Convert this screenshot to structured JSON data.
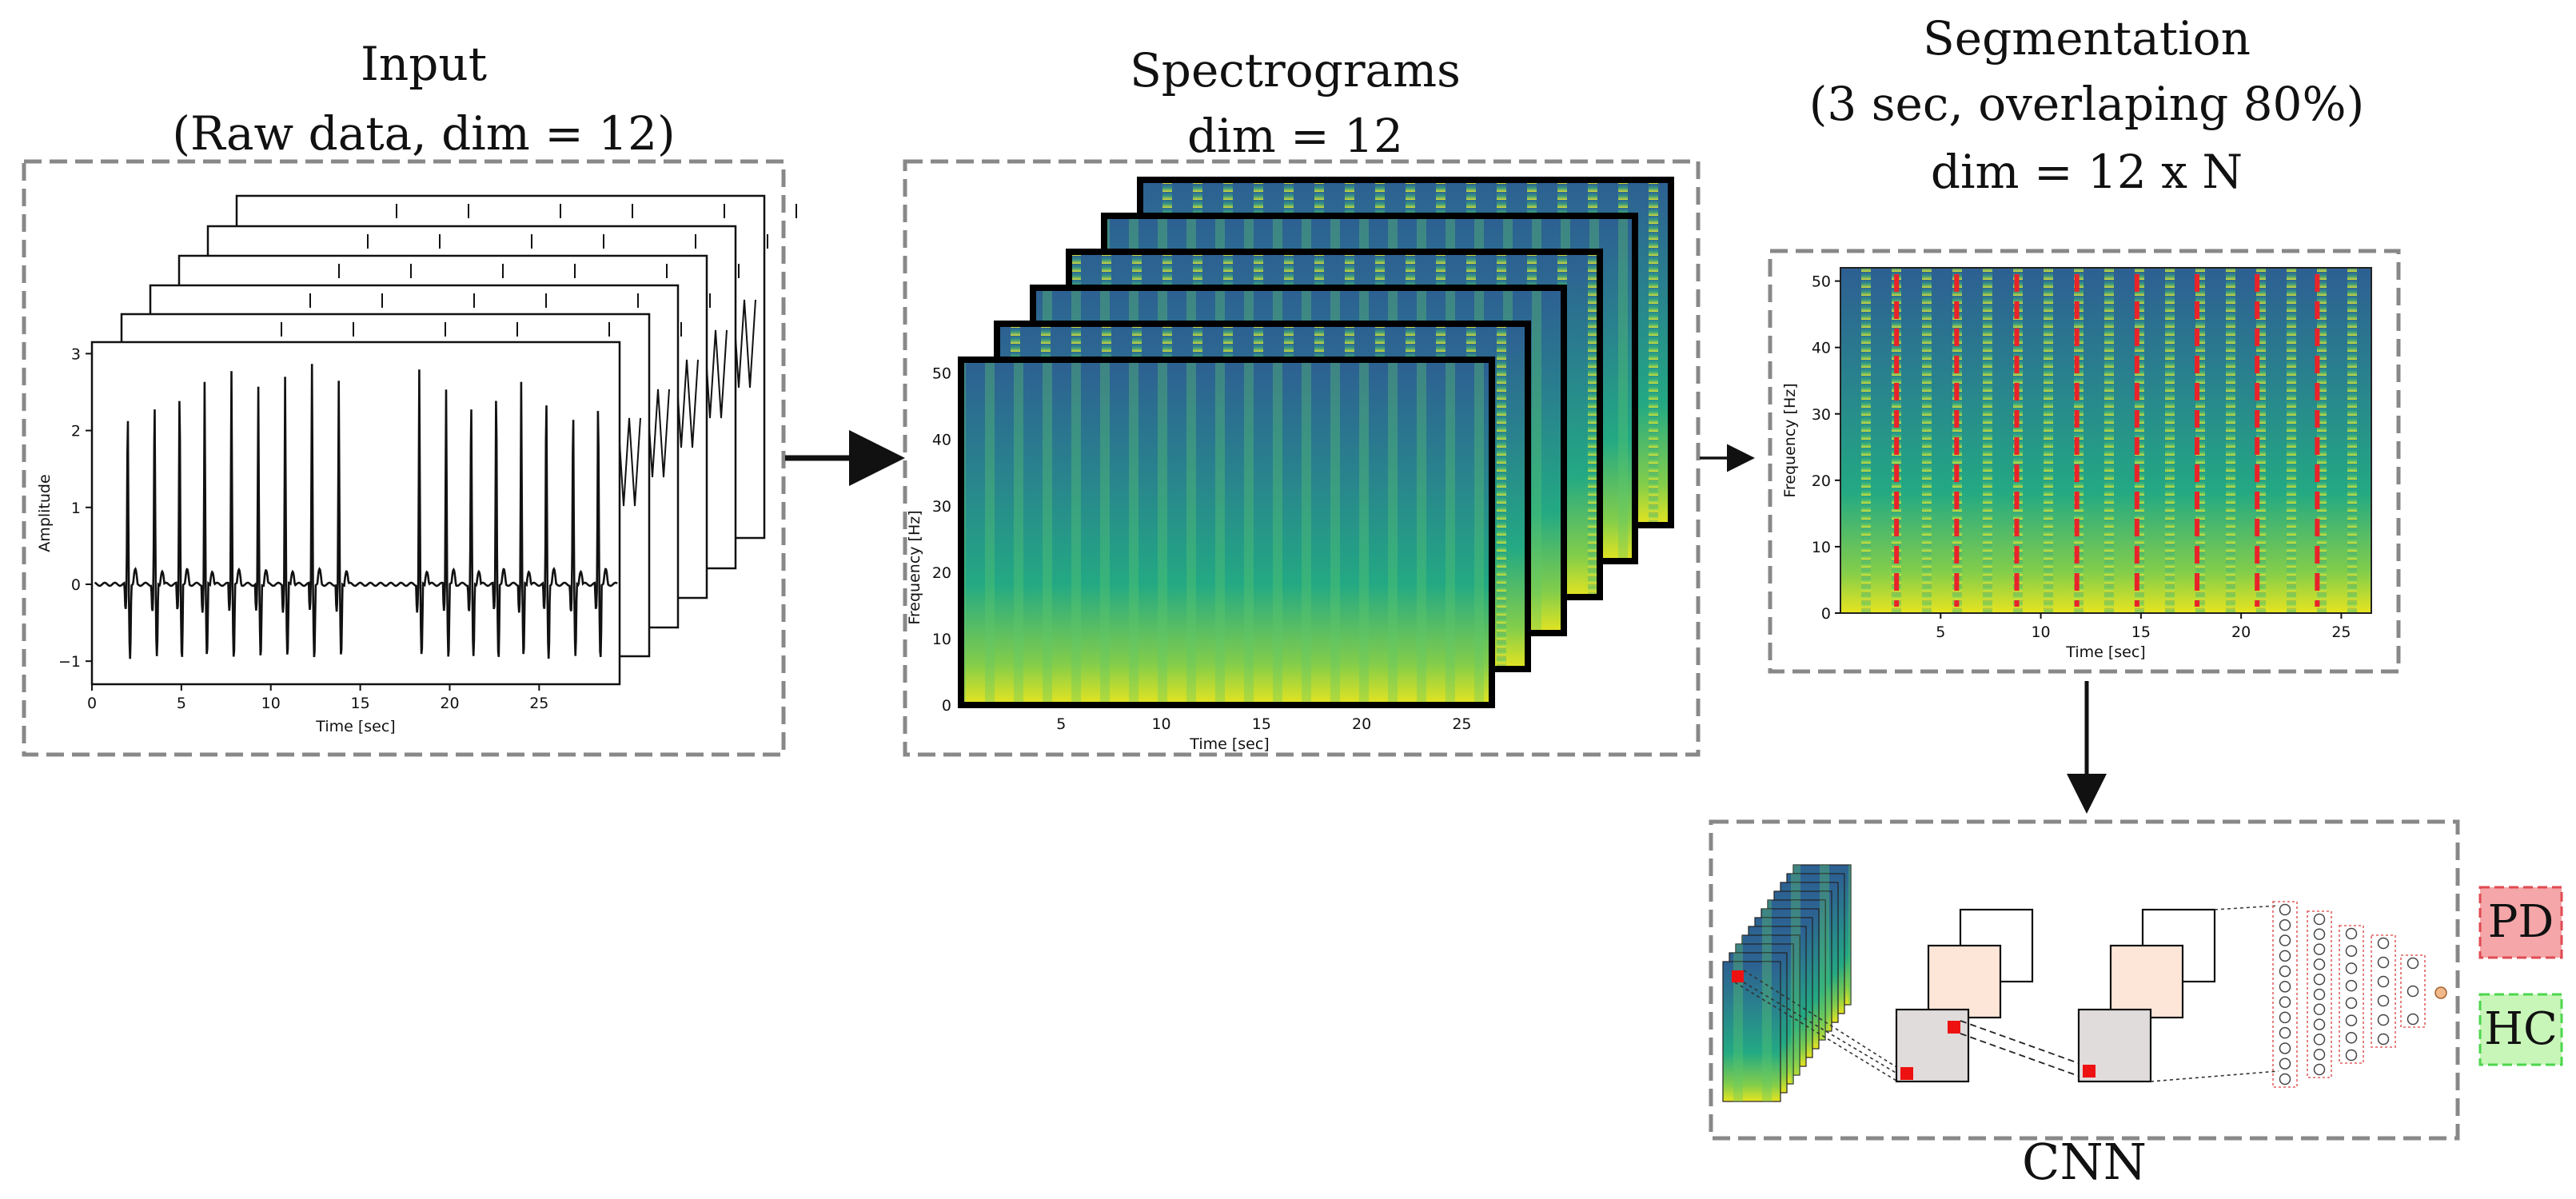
{
  "input": {
    "title_line1": "Input",
    "title_line2": "(Raw data, dim = 12)",
    "plot": {
      "ylabel": "Amplitude",
      "xlabel": "Time [sec]",
      "xticks": [
        "0",
        "5",
        "10",
        "15",
        "20",
        "25"
      ],
      "yticks": [
        "3",
        "2",
        "1",
        "0",
        "−1"
      ]
    }
  },
  "spectrograms": {
    "title_line1": "Spectrograms",
    "title_line2": "dim = 12",
    "plot": {
      "ylabel": "Frequency [Hz]",
      "xlabel": "Time [sec]",
      "xticks": [
        "5",
        "10",
        "15",
        "20",
        "25"
      ],
      "yticks": [
        "50",
        "40",
        "30",
        "20",
        "10",
        "0"
      ]
    }
  },
  "segmentation": {
    "title_line1": "Segmentation",
    "title_line2": "(3 sec, overlaping 80%)",
    "title_line3": "dim = 12 x N",
    "plot": {
      "ylabel": "Frequency [Hz]",
      "xlabel": "Time [sec]",
      "xticks": [
        "5",
        "10",
        "15",
        "20",
        "25"
      ],
      "yticks": [
        "50",
        "40",
        "30",
        "20",
        "10",
        "0"
      ]
    }
  },
  "cnn": {
    "label": "CNN"
  },
  "outputs": {
    "pd": "PD",
    "hc": "HC"
  },
  "colors": {
    "dashed_border": "#888888",
    "segment_lines": "#e8242a",
    "pd_fill": "#f4a6a8",
    "pd_border": "#e04a52",
    "hc_fill": "#c8f5b8",
    "hc_border": "#4cd64c",
    "kernel_red": "#ee1111",
    "conv_layer": "#e0dcdb",
    "pool_layer": "#fde6d8",
    "output_node": "#f2b98a"
  }
}
